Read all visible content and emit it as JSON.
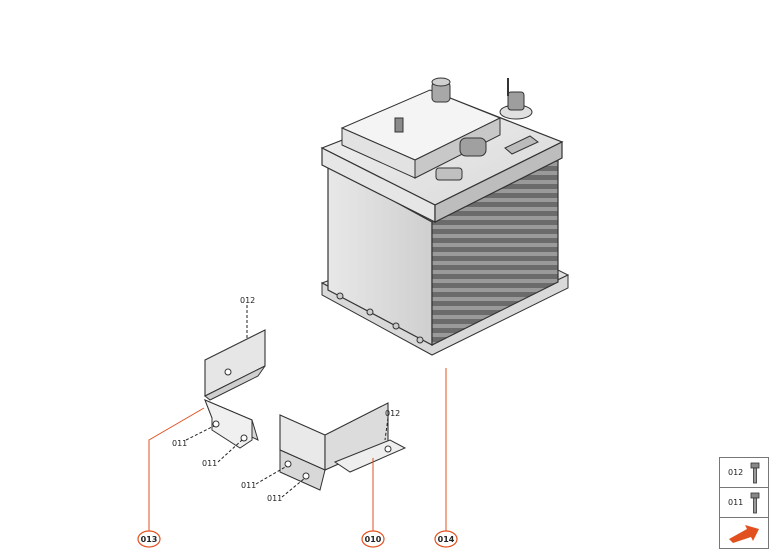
{
  "labels": {
    "bolt_012_top": "012",
    "bolt_012_right": "012",
    "bolt_011_a": "011",
    "bolt_011_b": "011",
    "bolt_011_c": "011",
    "bolt_011_d": "011"
  },
  "callouts": {
    "c013": "013",
    "c010": "010",
    "c014": "014"
  },
  "legend": {
    "row1": "012",
    "row2": "011",
    "next_icon": "next-arrow-icon"
  },
  "colors": {
    "callout": "#e2501f",
    "line": "#333333"
  }
}
